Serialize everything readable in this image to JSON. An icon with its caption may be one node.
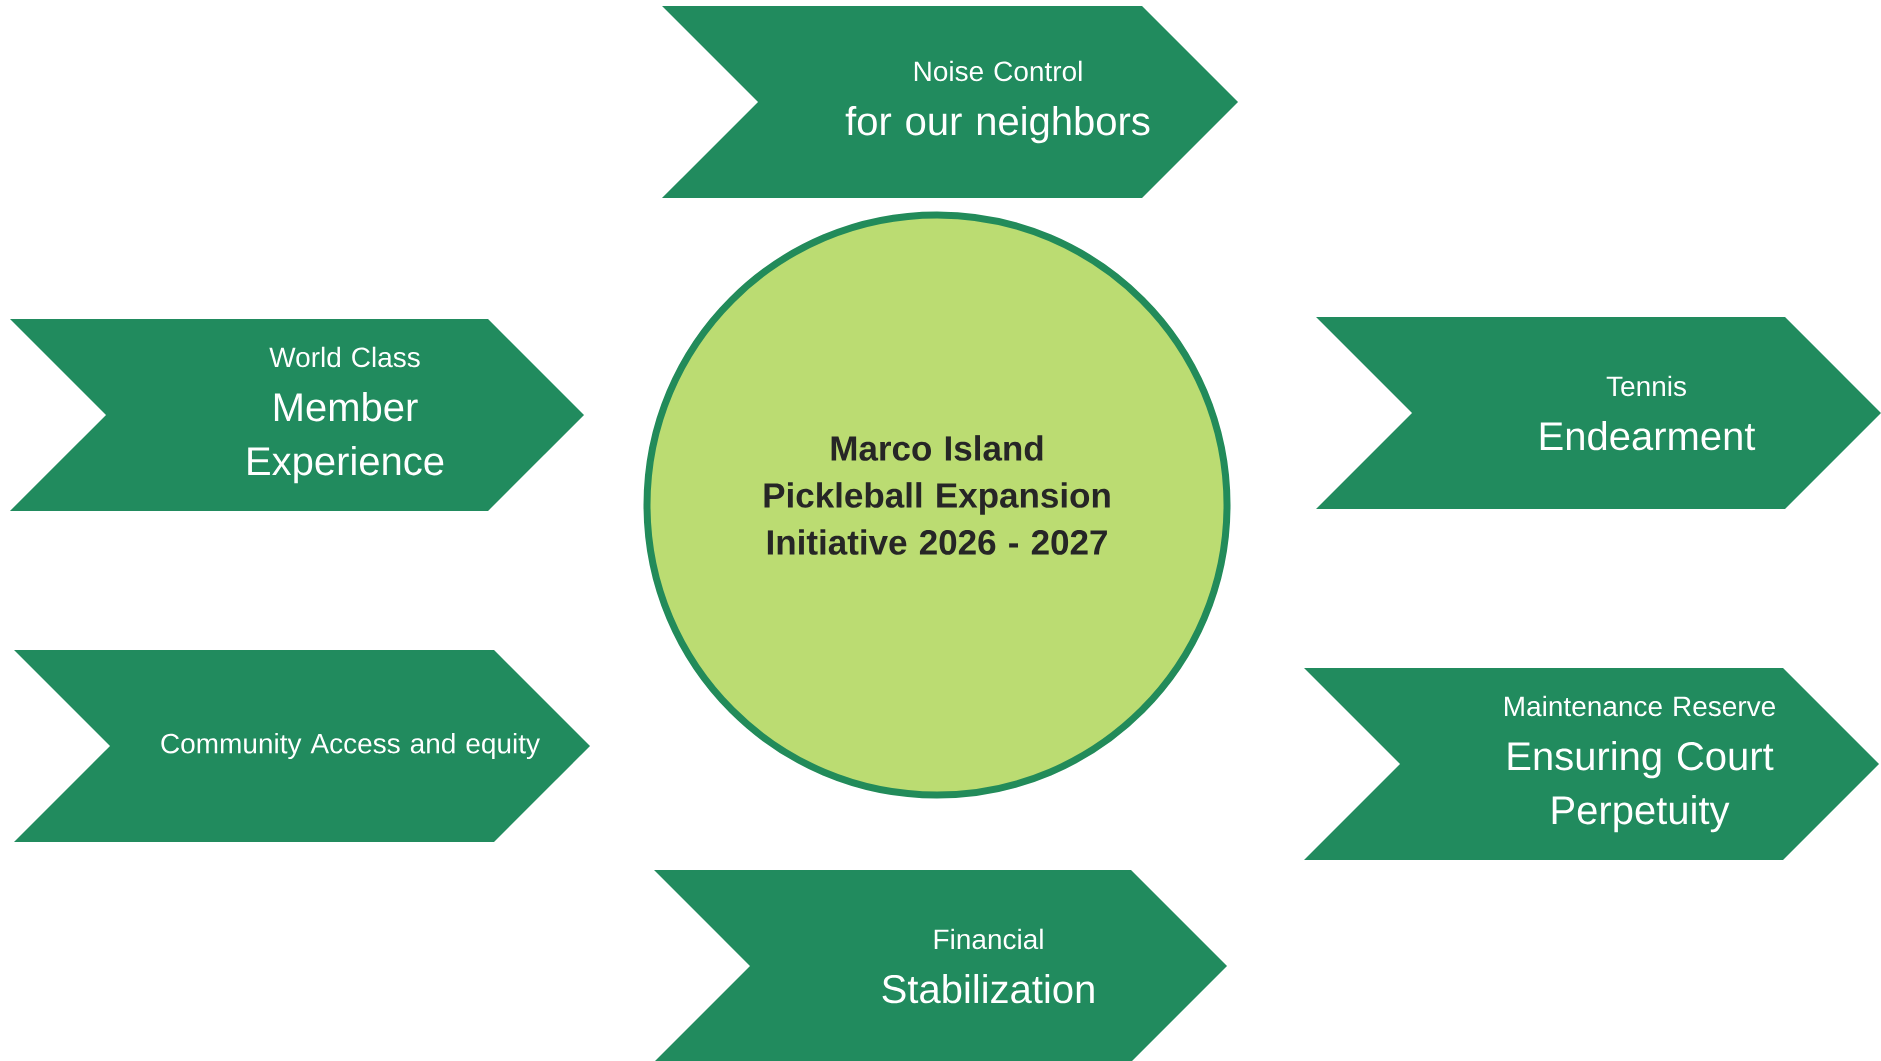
{
  "diagram": {
    "nodes": [
      {
        "text": [
          "Noise Control",
          "for our neighbors"
        ]
      },
      {
        "text": [
          "World Class",
          "Member Experience"
        ]
      },
      {
        "text": [
          "Marco Island Pickleball Expansion Initiative 2026 - 2027"
        ]
      },
      {
        "text": [
          "Tennis",
          "Endearment"
        ]
      },
      {
        "text": [
          "Community Access and equity"
        ]
      },
      {
        "text": [
          "Maintenance Reserve",
          "Ensuring Court Perpetuity"
        ]
      },
      {
        "text": [
          "Financial",
          "Stabilization"
        ]
      }
    ]
  }
}
